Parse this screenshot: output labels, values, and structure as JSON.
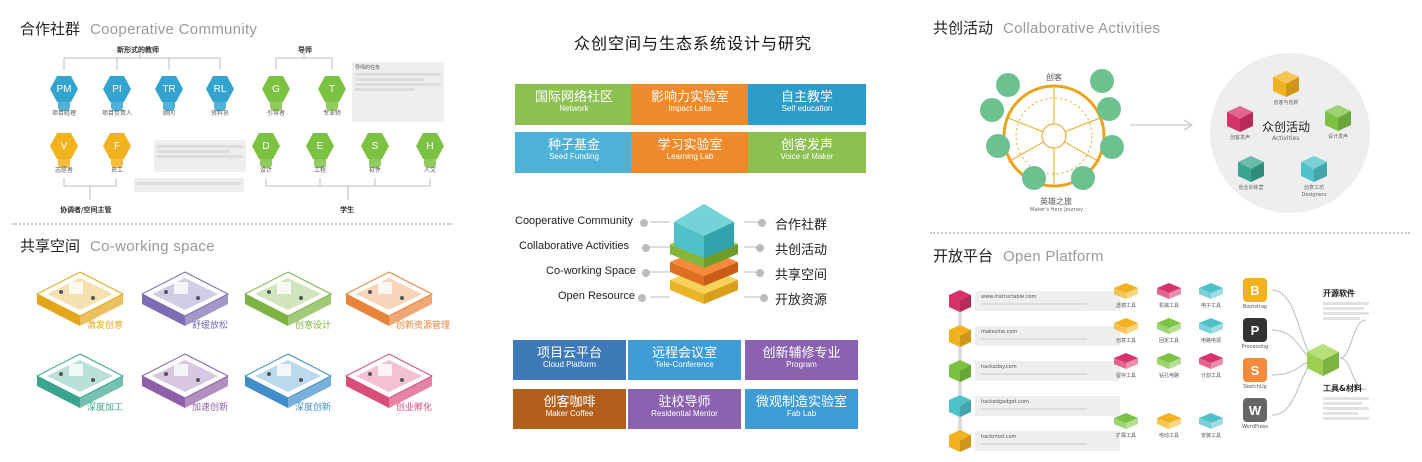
{
  "main_title": "众创空间与生态系统设计与研究",
  "community": {
    "title_zh": "合作社群",
    "title_en": "Cooperative Community",
    "header_teachers": "新形式的教师",
    "header_mentor": "导师",
    "header_coordinator": "协调者/空间主管",
    "header_students": "学生",
    "note_title": "导师的任务",
    "hexes_top": [
      {
        "abbr": "PM",
        "label": "项目经理",
        "color": "#33a3cf"
      },
      {
        "abbr": "PI",
        "label": "项目负责人",
        "color": "#33a3cf"
      },
      {
        "abbr": "TR",
        "label": "顾问",
        "color": "#33a3cf"
      },
      {
        "abbr": "RL",
        "label": "资料员",
        "color": "#33a3cf"
      },
      {
        "abbr": "G",
        "label": "引导者",
        "color": "#7cc242"
      },
      {
        "abbr": "T",
        "label": "专业师",
        "color": "#7cc242"
      }
    ],
    "hexes_bottom": [
      {
        "abbr": "V",
        "label": "志愿者",
        "color": "#f2b21f"
      },
      {
        "abbr": "F",
        "label": "员工",
        "color": "#f2b21f"
      },
      {
        "abbr": "D",
        "label": "设计",
        "color": "#7cc242"
      },
      {
        "abbr": "E",
        "label": "工程",
        "color": "#7cc242"
      },
      {
        "abbr": "S",
        "label": "软件",
        "color": "#7cc242"
      },
      {
        "abbr": "H",
        "label": "人文",
        "color": "#7cc242"
      }
    ]
  },
  "coworking": {
    "title_zh": "共享空间",
    "title_en": "Co-working space",
    "spaces": [
      {
        "label": "激发创意",
        "color": "#e3a51b"
      },
      {
        "label": "舒缓放松",
        "color": "#7d6cb3"
      },
      {
        "label": "创意设计",
        "color": "#7cb342"
      },
      {
        "label": "创新资源管理",
        "color": "#e8833a"
      },
      {
        "label": "深度加工",
        "color": "#3aa58f"
      },
      {
        "label": "加速创新",
        "color": "#8e5ea8"
      },
      {
        "label": "深度创新",
        "color": "#3f8ec9"
      },
      {
        "label": "创业孵化",
        "color": "#d94f7a"
      }
    ]
  },
  "tiles_top": [
    {
      "zh": "国际网络社区",
      "en": "Network",
      "color": "#8cc152"
    },
    {
      "zh": "影响力实验室",
      "en": "Impact Labs",
      "color": "#ef8a2a"
    },
    {
      "zh": "自主教学",
      "en": "Self education",
      "color": "#2e9cc9"
    },
    {
      "zh": "种子基金",
      "en": "Seed Funding",
      "color": "#4fb0d8"
    },
    {
      "zh": "学习实验室",
      "en": "Learning Lab",
      "color": "#ef8a2a"
    },
    {
      "zh": "创客发声",
      "en": "Voice of Maker",
      "color": "#8cc152"
    }
  ],
  "layers_en": [
    "Cooperative Community",
    "Collaborative  Activities",
    "Co-working Space",
    "Open  Resource"
  ],
  "layers_zh": [
    "合作社群",
    "共创活动",
    "共享空间",
    "开放资源"
  ],
  "tiles_bottom": [
    {
      "zh": "项目云平台",
      "en": "Cloud Platform",
      "color": "#3e79b8"
    },
    {
      "zh": "远程会议室",
      "en": "Tele-Conference",
      "color": "#3e9bd4"
    },
    {
      "zh": "创新辅修专业",
      "en": "Program",
      "color": "#8a62b0"
    },
    {
      "zh": "创客咖啡",
      "en": "Maker Coffee",
      "color": "#b35f1c"
    },
    {
      "zh": "驻校导师",
      "en": "Residential Mentor",
      "color": "#8a62b0"
    },
    {
      "zh": "微观制造实验室",
      "en": "Fab Lab",
      "color": "#3e9bd4"
    }
  ],
  "activities": {
    "title_zh": "共创活动",
    "title_en": "Collaborative Activities",
    "maker_label": "创客",
    "journey_zh": "英雄之旅",
    "journey_en": "Maker's Hero Journey",
    "center_zh": "众创活动",
    "center_en": "Activities",
    "items": [
      {
        "label": "创客与创新",
        "color": "#f2b21f"
      },
      {
        "label": "创客发声",
        "color": "#d6336c"
      },
      {
        "label": "设计发声",
        "color": "#7cc242"
      },
      {
        "label": "创业训练营",
        "color": "#3aa58f"
      },
      {
        "label": "创意工坊",
        "color": "#4fc1c9"
      }
    ],
    "items_sub_last": "Designers"
  },
  "open_platform": {
    "title_zh": "开放平台",
    "title_en": "Open Platform",
    "sites": [
      "www.instructable.com",
      "makezine.com",
      "hackaday.com",
      "hackedgadget.com",
      "hackmod.com"
    ],
    "tools": [
      "透镜工具",
      "机械工具",
      "电子工具",
      "创意工具",
      "固定工具",
      "电路电源",
      "留存工具",
      "钻孔电路",
      "分割工具",
      "扩展工具",
      "电动工具",
      "安装工具"
    ],
    "software": [
      "Bootstrap",
      "Processing",
      "SketchUp",
      "WordPress"
    ],
    "software_letters": [
      "B",
      "P",
      "S",
      "W"
    ],
    "box1_title": "开源软件",
    "box2_title": "工具&材料"
  }
}
